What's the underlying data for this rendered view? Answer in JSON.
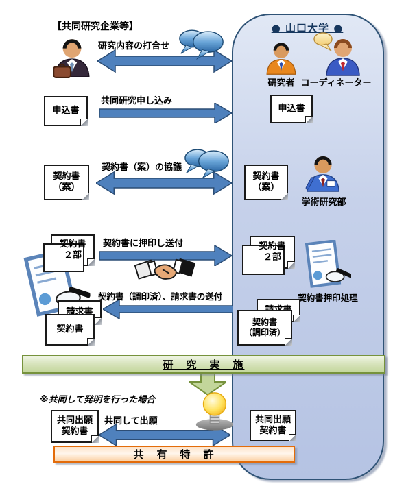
{
  "company": {
    "title": "【共同研究企業等】"
  },
  "university": {
    "header": "● 山口大学 ●",
    "researcher": "研究者",
    "coordinator": "コーディネーター",
    "research_dept": "学術研究部",
    "seal_process": "契約書押印処理"
  },
  "flows": {
    "consult": "研究内容の打合せ",
    "apply": "共同研究申し込み",
    "negotiate": "契約書（案）の協議",
    "send_contract": "契約書に押印し送付",
    "return_contract": "契約書（調印済）、請求書の送付",
    "joint_filing": "共同して出願"
  },
  "documents": {
    "application": "申込書",
    "draft": "契約書\n（案）",
    "two_copies": "契約書\n２部",
    "invoice": "請求書",
    "contract": "契約書",
    "sealed": "契約書\n（調印済）",
    "joint": "共同出願\n契約書"
  },
  "bars": {
    "research": "研　究　実　施",
    "patent": "共　有　特　許"
  },
  "note": "※共同して発明を行った場合",
  "colors": {
    "arrow_fill": "#4f81bd",
    "arrow_stroke": "#2c4d75",
    "panel_fill": "#c6d1ea",
    "panel_border": "#2f5376",
    "research_bar": "#c3d69b",
    "research_border": "#76923c",
    "patent_bar": "#fbd0a2",
    "patent_border": "#e36c0a",
    "header_text": "#17375e"
  }
}
